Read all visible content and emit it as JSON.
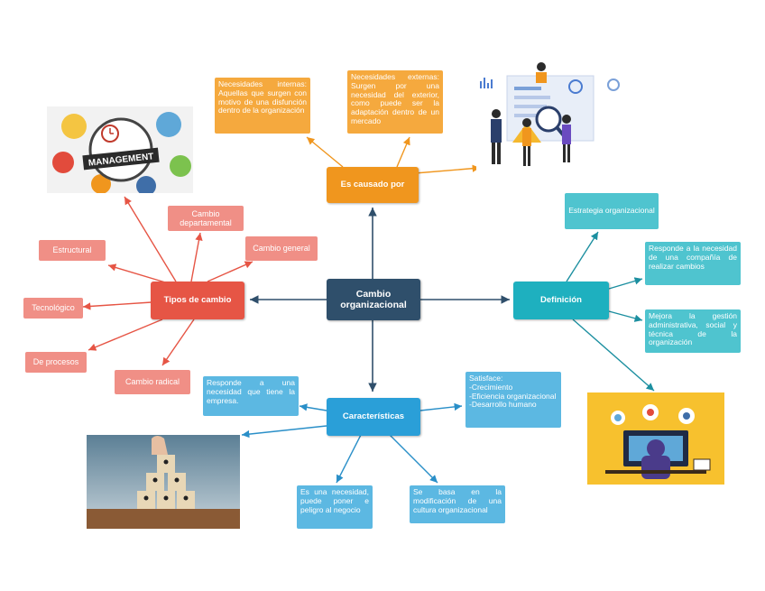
{
  "center": {
    "label": "Cambio organizacional"
  },
  "causes": {
    "label": "Es causado por",
    "internal": "Necesidades internas: Aquellas que surgen con motivo de una disfunción dentro de la organización",
    "external": "Necesidades externas: Surgen por una necesidad del exterior, como puede ser la adaptación dentro de un mercado"
  },
  "types": {
    "label": "Tipos de cambio",
    "items": [
      "Estructural",
      "Cambio departamental",
      "Cambio general",
      "Tecnológico",
      "De procesos",
      "Cambio radical"
    ]
  },
  "definition": {
    "label": "Definición",
    "items": [
      "Estrategia organizacional",
      "Responde a la necesidad de una compañía de realizar cambios",
      "Mejora la gestión administrativa, social y técnica de la organización"
    ]
  },
  "characteristics": {
    "label": "Características",
    "items": [
      "Responde a una necesidad que tiene la empresa.",
      "Satisface:\n-Crecimiento\n-Eficiencia organizacional\n-Desarrollo humano",
      "Es una necesidad, puede poner e peligro al negocio",
      "Se basa en la modificación de una cultura organizacional"
    ]
  },
  "images": {
    "management_text": "MANAGEMENT"
  },
  "colors": {
    "center": "#2f4f6b",
    "causes": "#f0961e",
    "types": "#e65545",
    "definition": "#1eb0bf",
    "characteristics": "#2a9fd8"
  }
}
